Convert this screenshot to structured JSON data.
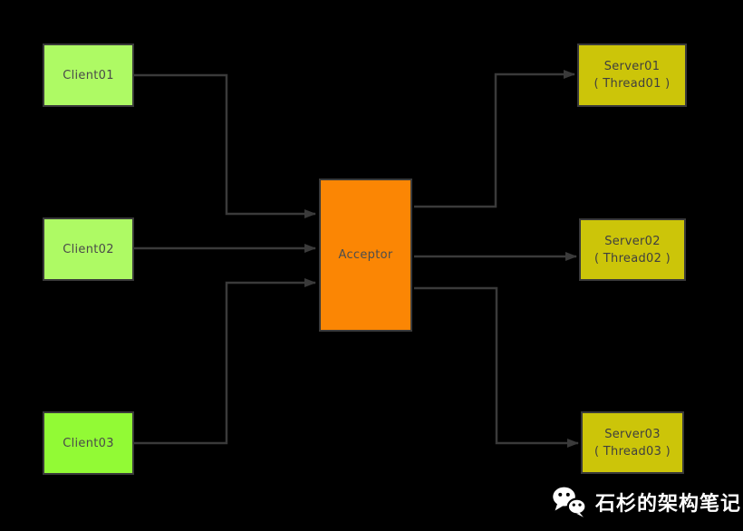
{
  "diagram": {
    "background_color": "#000000",
    "border_color": "#3a3a3a",
    "arrow_color": "#3a3a3a",
    "nodes": {
      "client01": {
        "label": "Client01",
        "fill": "#aefa64",
        "role": "client"
      },
      "client02": {
        "label": "Client02",
        "fill": "#aefa64",
        "role": "client"
      },
      "client03": {
        "label": "Client03",
        "fill": "#92fa35",
        "role": "client"
      },
      "acceptor": {
        "label": "Acceptor",
        "fill": "#fb8604",
        "role": "acceptor"
      },
      "server01": {
        "label": "Server01",
        "sublabel": "( Thread01 )",
        "fill": "#ccc509",
        "role": "server"
      },
      "server02": {
        "label": "Server02",
        "sublabel": "( Thread02 )",
        "fill": "#ccc509",
        "role": "server"
      },
      "server03": {
        "label": "Server03",
        "sublabel": "( Thread03 )",
        "fill": "#ccc509",
        "role": "server"
      }
    },
    "edges": [
      {
        "from": "client01",
        "to": "acceptor"
      },
      {
        "from": "client02",
        "to": "acceptor"
      },
      {
        "from": "client03",
        "to": "acceptor"
      },
      {
        "from": "acceptor",
        "to": "server01"
      },
      {
        "from": "acceptor",
        "to": "server02"
      },
      {
        "from": "acceptor",
        "to": "server03"
      }
    ]
  },
  "watermark": {
    "icon": "wechat-icon",
    "text": "石杉的架构笔记",
    "text_color": "#ffffff"
  }
}
